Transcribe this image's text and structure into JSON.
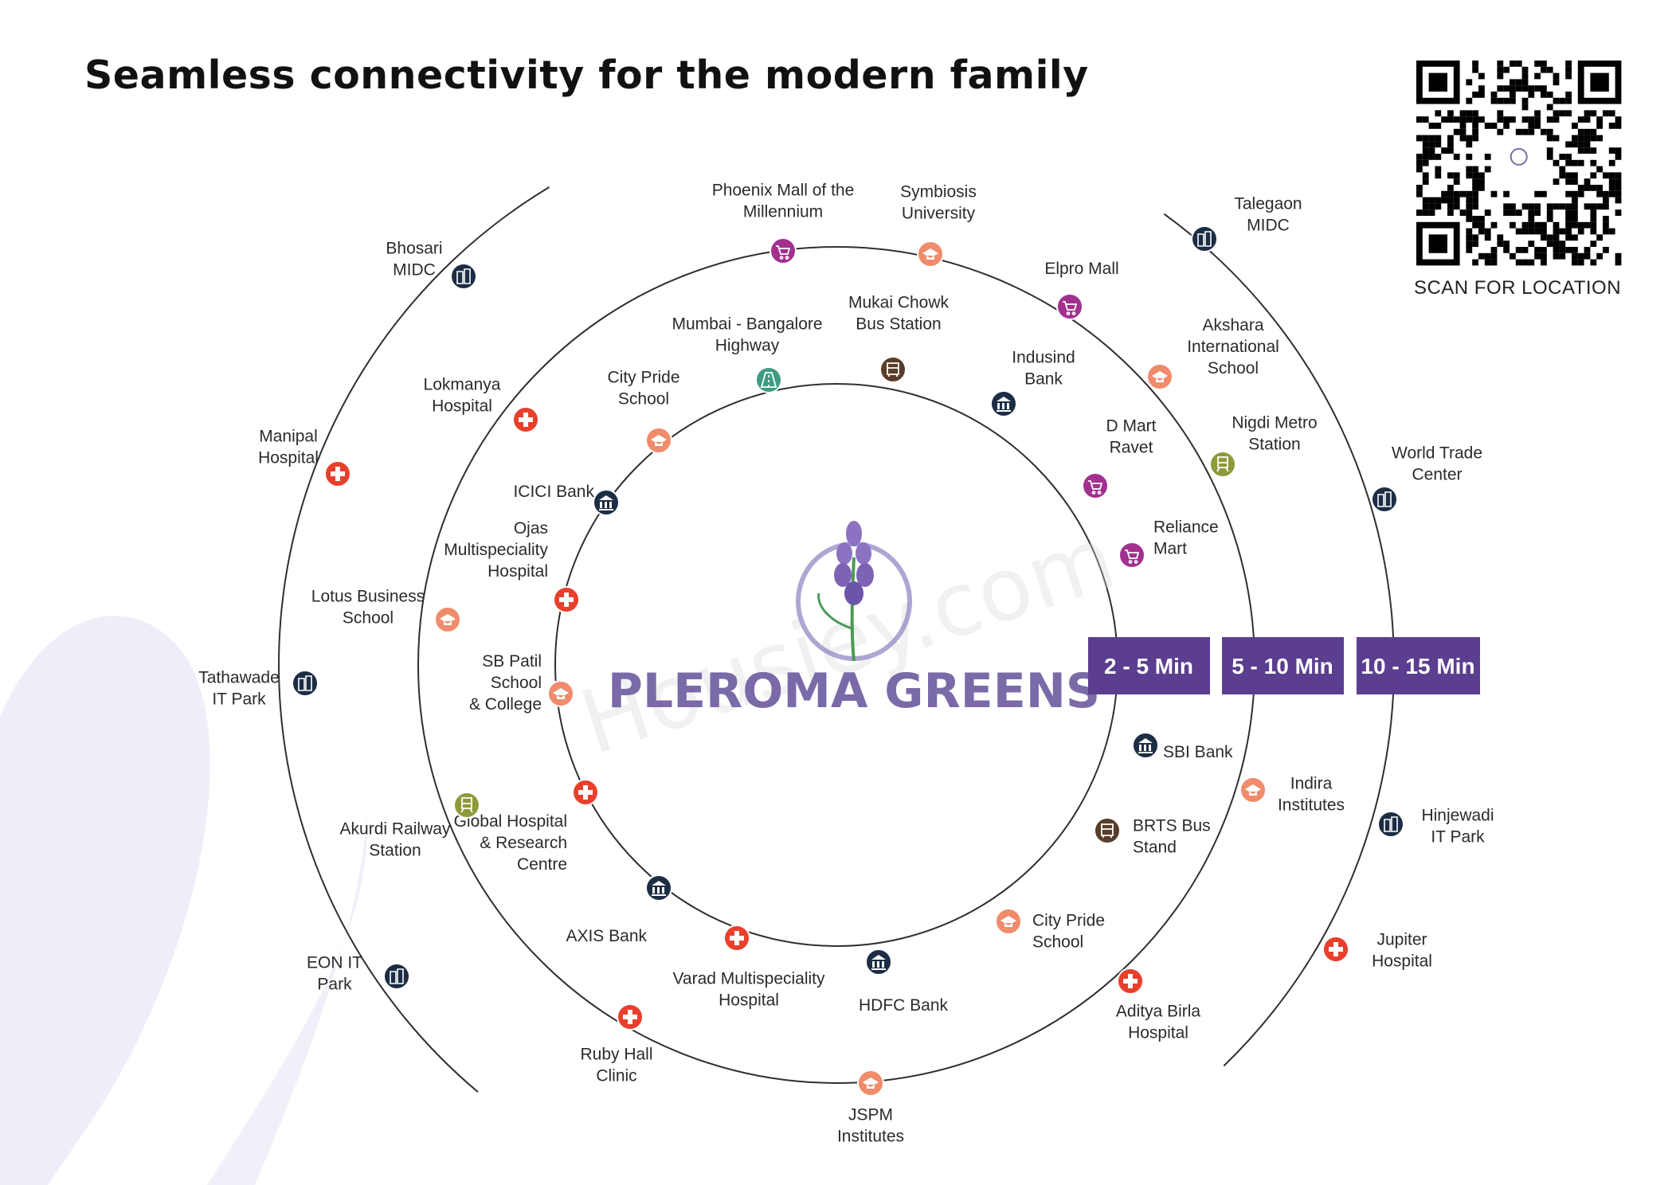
{
  "title": "Seamless connectivity for the modern family",
  "brand": "PLEROMA GREENS",
  "qr_caption": "SCAN FOR LOCATION",
  "watermark": "Housiey.com",
  "zones": [
    "2 - 5 Min",
    "5 - 10 Min",
    "10 - 15 Min"
  ],
  "colors": {
    "zone_box": "#5b3e8f",
    "brand": "#7b6aa8",
    "ring": "#2f2f2f",
    "hospital": "#e8402c",
    "school": "#f08b6b",
    "mall": "#a2308f",
    "bank": "#1c2d44",
    "bus": "#5a3c28",
    "metro": "#8e9a3a",
    "highway": "#3e9c84",
    "itpark": "#1c2d44"
  },
  "places": [
    {
      "id": "p1",
      "ring": "inner",
      "icon": "bus",
      "label": [
        "Mukai Chowk",
        "Bus Station"
      ]
    },
    {
      "id": "p2",
      "ring": "inner",
      "icon": "highway",
      "label": [
        "Mumbai - Bangalore",
        "Highway"
      ]
    },
    {
      "id": "p3",
      "ring": "inner",
      "icon": "school",
      "label": [
        "City Pride",
        "School"
      ]
    },
    {
      "id": "p4",
      "ring": "inner",
      "icon": "bank",
      "label": [
        "ICICI Bank"
      ]
    },
    {
      "id": "p5",
      "ring": "inner",
      "icon": "hospital",
      "label": [
        "Ojas",
        "Multispeciality",
        "Hospital"
      ]
    },
    {
      "id": "p6",
      "ring": "inner",
      "icon": "school",
      "label": [
        "SB Patil",
        "School",
        "& College"
      ]
    },
    {
      "id": "p7",
      "ring": "inner",
      "icon": "hospital",
      "label": [
        "Global Hospital",
        "& Research",
        "Centre"
      ]
    },
    {
      "id": "p8",
      "ring": "inner",
      "icon": "bank",
      "label": [
        "AXIS Bank"
      ]
    },
    {
      "id": "p9",
      "ring": "inner",
      "icon": "hospital",
      "label": [
        "Varad Multispeciality",
        "Hospital"
      ]
    },
    {
      "id": "p10",
      "ring": "inner",
      "icon": "bank",
      "label": [
        "HDFC Bank"
      ]
    },
    {
      "id": "p11",
      "ring": "inner",
      "icon": "school",
      "label": [
        "City Pride",
        "School"
      ]
    },
    {
      "id": "p12",
      "ring": "inner",
      "icon": "bus",
      "label": [
        "BRTS Bus",
        "Stand"
      ]
    },
    {
      "id": "p13",
      "ring": "inner",
      "icon": "bank",
      "label": [
        "SBI Bank"
      ]
    },
    {
      "id": "p14",
      "ring": "inner",
      "icon": "mall",
      "label": [
        "Reliance",
        "Mart"
      ]
    },
    {
      "id": "p15",
      "ring": "inner",
      "icon": "mall",
      "label": [
        "D Mart",
        "Ravet"
      ]
    },
    {
      "id": "p16",
      "ring": "inner",
      "icon": "bank",
      "label": [
        "Indusind",
        "Bank"
      ]
    },
    {
      "id": "p17",
      "ring": "middle",
      "icon": "mall",
      "label": [
        "Phoenix Mall of the",
        "Millennium"
      ]
    },
    {
      "id": "p18",
      "ring": "middle",
      "icon": "school",
      "label": [
        "Symbiosis",
        "University"
      ]
    },
    {
      "id": "p19",
      "ring": "middle",
      "icon": "mall",
      "label": [
        "Elpro Mall"
      ]
    },
    {
      "id": "p20",
      "ring": "middle",
      "icon": "school",
      "label": [
        "Akshara",
        "International",
        "School"
      ]
    },
    {
      "id": "p21",
      "ring": "middle",
      "icon": "metro",
      "label": [
        "Nigdi Metro",
        "Station"
      ]
    },
    {
      "id": "p22",
      "ring": "middle",
      "icon": "school",
      "label": [
        "Indira",
        "Institutes"
      ]
    },
    {
      "id": "p23",
      "ring": "middle",
      "icon": "hospital",
      "label": [
        "Aditya Birla",
        "Hospital"
      ]
    },
    {
      "id": "p24",
      "ring": "middle",
      "icon": "school",
      "label": [
        "JSPM",
        "Institutes"
      ]
    },
    {
      "id": "p25",
      "ring": "middle",
      "icon": "hospital",
      "label": [
        "Ruby Hall",
        "Clinic"
      ]
    },
    {
      "id": "p26",
      "ring": "middle",
      "icon": "metro",
      "label": [
        "Akurdi Railway",
        "Station"
      ]
    },
    {
      "id": "p27",
      "ring": "middle",
      "icon": "school",
      "label": [
        "Lotus Business",
        "School"
      ]
    },
    {
      "id": "p28",
      "ring": "middle",
      "icon": "hospital",
      "label": [
        "Lokmanya",
        "Hospital"
      ]
    },
    {
      "id": "p29",
      "ring": "outer",
      "icon": "itpark",
      "label": [
        "Bhosari",
        "MIDC"
      ]
    },
    {
      "id": "p30",
      "ring": "outer",
      "icon": "hospital",
      "label": [
        "Manipal",
        "Hospital"
      ]
    },
    {
      "id": "p31",
      "ring": "outer",
      "icon": "itpark",
      "label": [
        "Tathawade",
        "IT Park"
      ]
    },
    {
      "id": "p32",
      "ring": "outer",
      "icon": "itpark",
      "label": [
        "EON IT",
        "Park"
      ]
    },
    {
      "id": "p33",
      "ring": "outer",
      "icon": "itpark",
      "label": [
        "Talegaon",
        "MIDC"
      ]
    },
    {
      "id": "p34",
      "ring": "outer",
      "icon": "itpark",
      "label": [
        "World Trade",
        "Center"
      ]
    },
    {
      "id": "p35",
      "ring": "outer",
      "icon": "itpark",
      "label": [
        "Hinjewadi",
        "IT Park"
      ]
    },
    {
      "id": "p36",
      "ring": "outer",
      "icon": "hospital",
      "label": [
        "Jupiter",
        "Hospital"
      ]
    }
  ]
}
